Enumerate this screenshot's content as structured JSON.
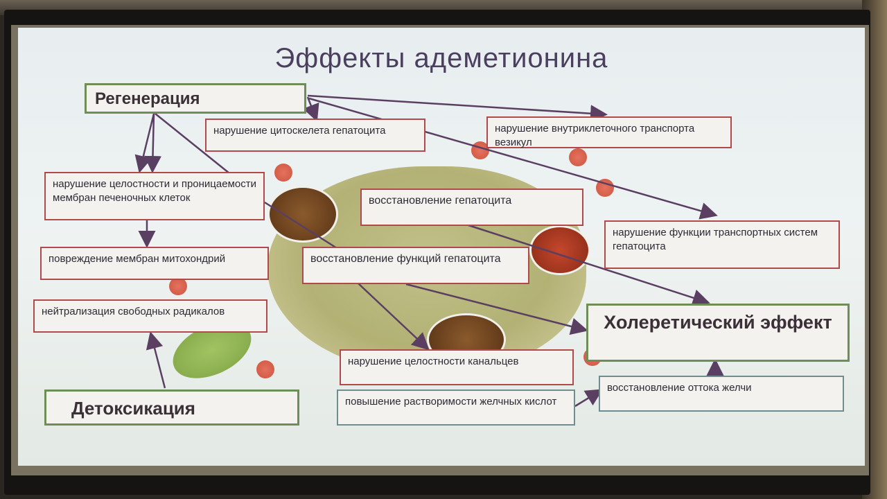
{
  "title": "Эффекты адеметионина",
  "boxes": {
    "regeneration": "Регенерация",
    "cytoskeleton": "нарушение цитоскелета гепатоцита",
    "vesicle_transport": "нарушение внутриклеточного транспорта везикул",
    "membrane_integrity": "нарушение целостности и проницаемости мембран печеночных клеток",
    "hepatocyte_restore": "восстановление гепатоцита",
    "transport_systems": "нарушение функции транспортных систем гепатоцита",
    "mito_membranes": "повреждение мембран митохондрий",
    "function_restore": "восстановление функций гепатоцита",
    "free_radicals": "нейтрализация свободных радикалов",
    "choleretic": "Холеретический эффект",
    "canaliculi": "нарушение целостности канальцев",
    "bile_outflow": "восстановление оттока желчи",
    "bile_acids": "повышение растворимости желчных кислот",
    "detox": "Детоксикация"
  },
  "colors": {
    "arrow": "#5a3f62",
    "green_border": "#6f8d56",
    "red_border": "#b1484a"
  }
}
